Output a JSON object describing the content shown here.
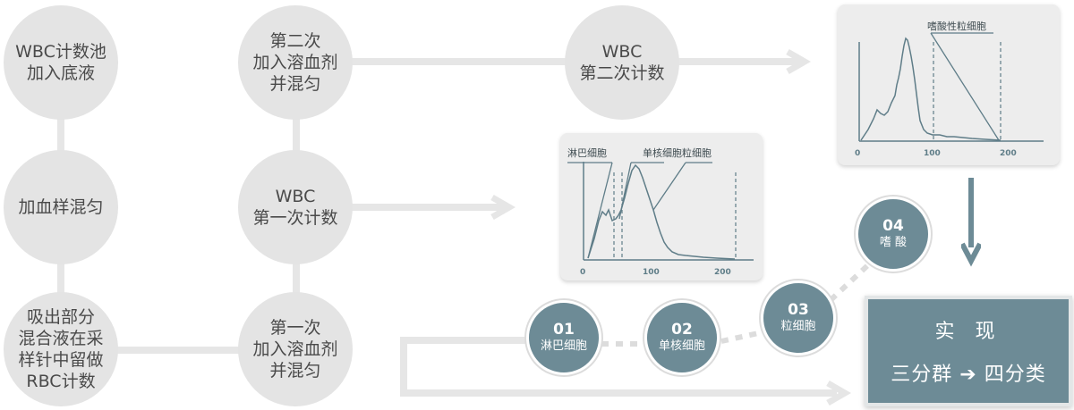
{
  "column1": {
    "node1": [
      "WBC计数池",
      "加入底液"
    ],
    "node2": [
      "加血样混匀"
    ],
    "node3": [
      "吸出部分",
      "混合液在采",
      "样针中留做",
      "RBC计数"
    ]
  },
  "column2": {
    "node1": [
      "第二次",
      "加入溶血剂",
      "并混匀"
    ],
    "node2": [
      "WBC",
      "第一次计数"
    ],
    "node3": [
      "第一次",
      "加入溶血剂",
      "并混匀"
    ]
  },
  "column3": {
    "node1": [
      "WBC",
      "第二次计数"
    ]
  },
  "histogram_first": {
    "labels": [
      "淋巴细胞",
      "单核细胞",
      "粒细胞"
    ],
    "x_ticks": [
      "0",
      "100",
      "200"
    ]
  },
  "histogram_second": {
    "labels": [
      "嗜酸性粒细胞"
    ],
    "x_ticks": [
      "0",
      "100",
      "200"
    ]
  },
  "steps": [
    {
      "num": "01",
      "label": "淋巴细胞"
    },
    {
      "num": "02",
      "label": "单核细胞"
    },
    {
      "num": "03",
      "label": "粒细胞"
    },
    {
      "num": "04",
      "label": "嗜 酸"
    }
  ],
  "result": {
    "title": "实 现",
    "subtitle": "三分群 ➔ 四分类"
  },
  "colors": {
    "accent": "#6d8b96",
    "node_fill": "#e4e4e4",
    "connector": "#e6e6e6",
    "chart_line": "#5f7d88"
  }
}
